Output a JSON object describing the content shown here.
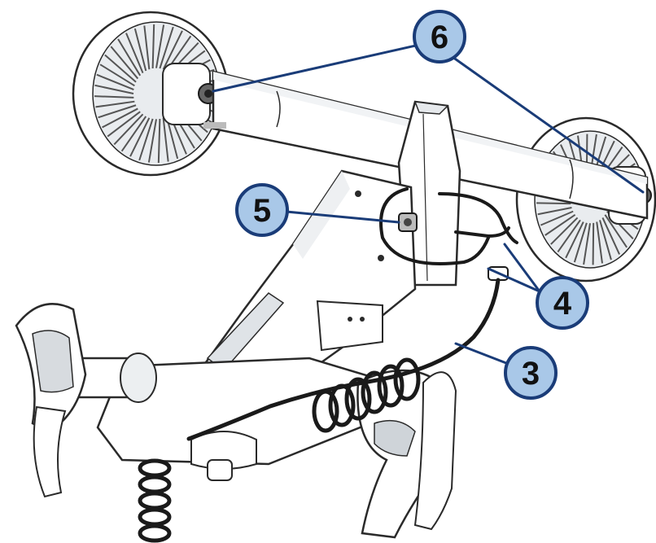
{
  "diagram": {
    "callouts": [
      {
        "id": "callout-6",
        "label": "6",
        "part": "handlebar-end-sensor-bolts"
      },
      {
        "id": "callout-5",
        "label": "5",
        "part": "center-mount-bolt"
      },
      {
        "id": "callout-4",
        "label": "4",
        "part": "cable-connectors"
      },
      {
        "id": "callout-3",
        "label": "3",
        "part": "coiled-cable"
      }
    ],
    "colors": {
      "callout_fill": "#a9c8e8",
      "callout_stroke": "#1a3c78",
      "leader": "#1a3c78",
      "line_art": "#2a2a2a",
      "part_fill": "#ffffff",
      "shadow": "#d9dde2",
      "cable": "#1a1a1a"
    }
  }
}
